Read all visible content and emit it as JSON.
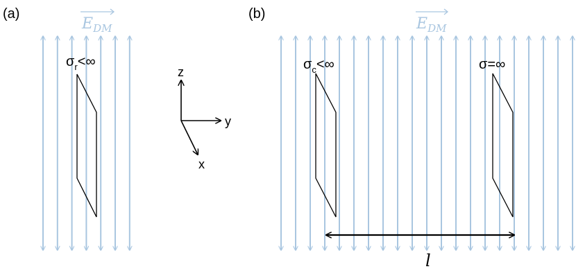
{
  "panel_a": {
    "tag": "(a)",
    "field_label": "E",
    "field_sub": "DM",
    "sheet_label": {
      "sigma": "σ",
      "sub": "r",
      "rest": "<∞"
    },
    "field_line_count": 7
  },
  "panel_b": {
    "tag": "(b)",
    "field_label": "E",
    "field_sub": "DM",
    "left_sheet_label": {
      "sigma": "σ",
      "sub": "c",
      "rest": "<∞"
    },
    "right_sheet_label": "σ=∞",
    "separation_label": "l",
    "field_line_count": 21
  },
  "axes": {
    "z": "z",
    "y": "y",
    "x": "x"
  },
  "colors": {
    "field": "#a9c6e0",
    "ink": "#000000"
  }
}
